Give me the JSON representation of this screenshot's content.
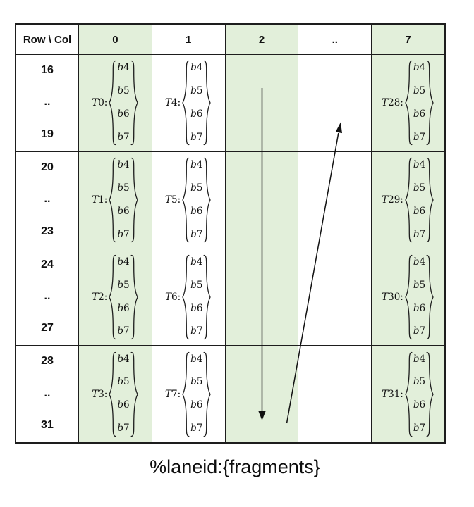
{
  "header": {
    "corner": "Row \\ Col",
    "columns": [
      "0",
      "1",
      "2",
      "..",
      "7"
    ]
  },
  "rows": [
    {
      "range": [
        "16",
        "..",
        "19"
      ],
      "threads": [
        "T0",
        "T4",
        "",
        "",
        "T28"
      ]
    },
    {
      "range": [
        "20",
        "..",
        "23"
      ],
      "threads": [
        "T1",
        "T5",
        "",
        "",
        "T29"
      ]
    },
    {
      "range": [
        "24",
        "..",
        "27"
      ],
      "threads": [
        "T2",
        "T6",
        "",
        "",
        "T30"
      ]
    },
    {
      "range": [
        "28",
        "..",
        "31"
      ],
      "threads": [
        "T3",
        "T7",
        "",
        "",
        "T31"
      ]
    }
  ],
  "fragments": [
    "b4",
    "b5",
    "b6",
    "b7"
  ],
  "shaded_col_indices": [
    0,
    2,
    4
  ],
  "colors": {
    "shade": "#e2efda",
    "line": "#1d1d1d",
    "text": "#111111"
  },
  "arrows": [
    {
      "name": "column-down-arrow",
      "direction": "down"
    },
    {
      "name": "wrap-up-arrow",
      "direction": "up-right"
    }
  ],
  "caption": "%laneid:{fragments}"
}
